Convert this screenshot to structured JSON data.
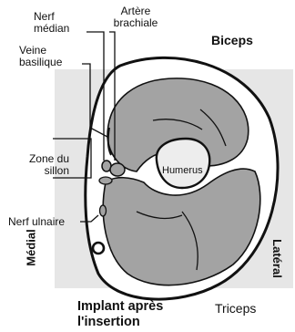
{
  "labels": {
    "nerf_median": "Nerf\nmédian",
    "artere_brachiale": "Artère\nbrachiale",
    "veine_basilique": "Veine\nbasilique",
    "zone_du_sillon": "Zone du\nsillon",
    "nerf_ulnaire": "Nerf ulnaire",
    "biceps": "Biceps",
    "humerus": "Humerus",
    "triceps": "Triceps",
    "implant": "Implant après\nl'insertion",
    "medial": "Médial",
    "lateral": "Latéral"
  },
  "colors": {
    "backdrop": "#e6e6e6",
    "arm_fill": "#ffffff",
    "muscle": "#a3a3a3",
    "bone": "#ededed",
    "ink": "#111111"
  }
}
